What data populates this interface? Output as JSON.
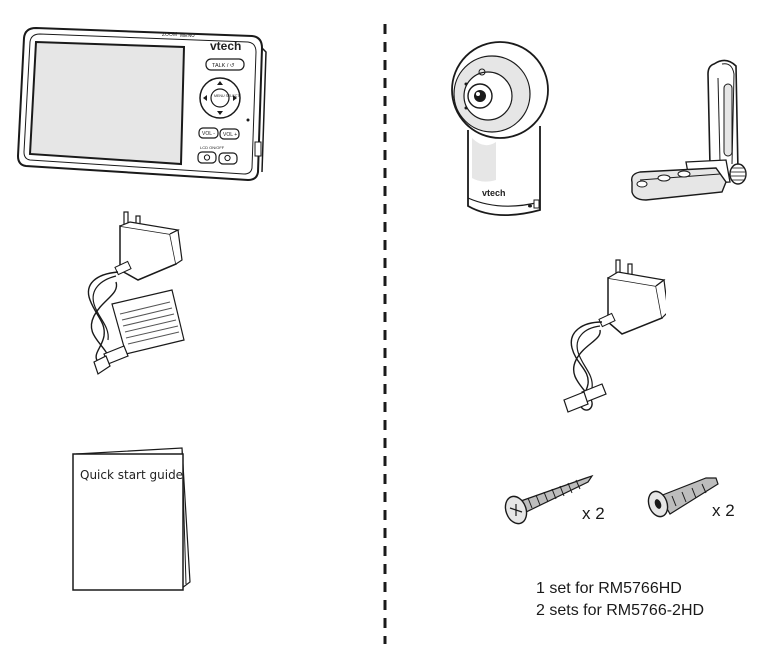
{
  "monitor": {
    "brand": "vtech",
    "top_label_1": "ZOOM",
    "top_label_2": "MENU",
    "talk_label": "TALK / ↺",
    "menu_label": "MENU SELECT",
    "vol_minus": "VOL -",
    "vol_plus": "VOL +",
    "lcd_label": "LCD ON/OFF"
  },
  "camera": {
    "brand": "vtech"
  },
  "quickstart": {
    "title": "Quick start  guide"
  },
  "screw": {
    "qty": "x 2"
  },
  "anchor": {
    "qty": "x 2"
  },
  "sets": {
    "line1": "1 set for RM5766HD",
    "line2": "2 sets for RM5766-2HD"
  },
  "colors": {
    "ink": "#1a1a1a",
    "line_fill": "#ffffff",
    "shade": "#e6e6e6"
  }
}
